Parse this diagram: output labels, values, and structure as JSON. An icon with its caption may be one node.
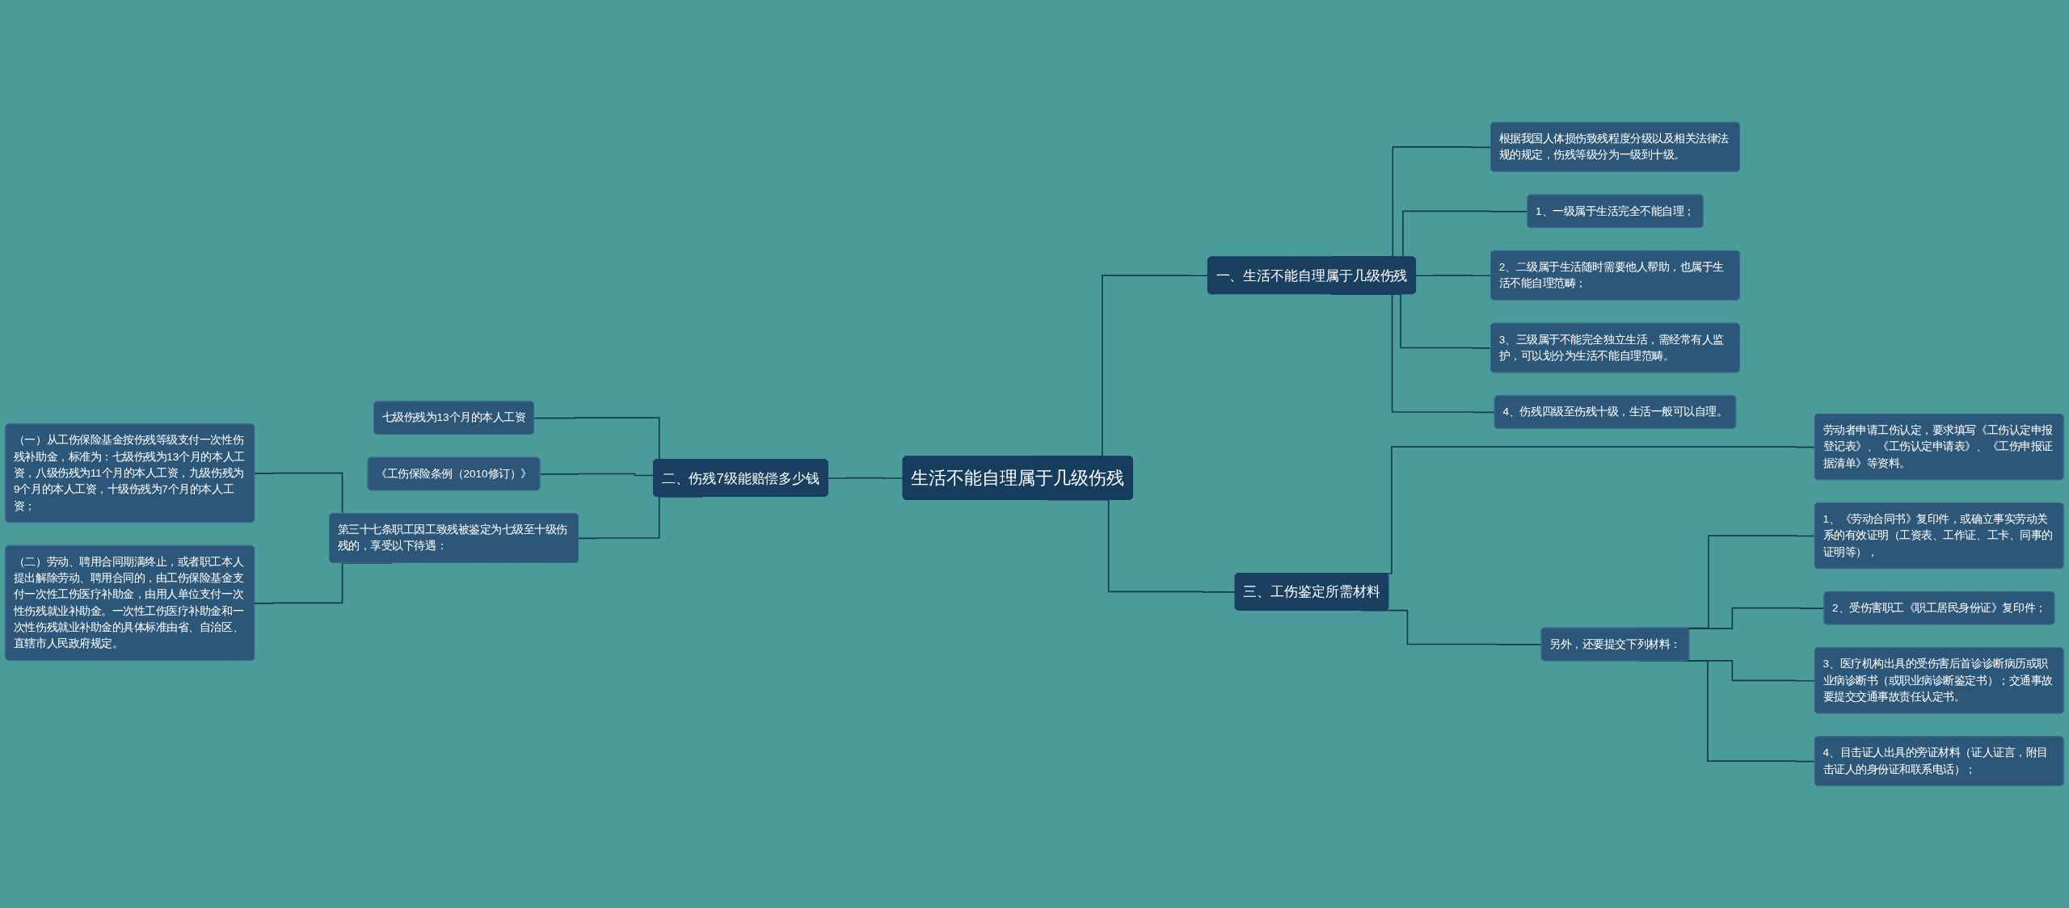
{
  "diagram": {
    "nodes": [
      {
        "text": [
          "生活不能自理属于几级伤残"
        ]
      },
      {
        "text": [
          "二、伤残7级能赔偿多少钱"
        ]
      },
      {
        "text": [
          "七级伤残为13个月的本人工资"
        ]
      },
      {
        "text": [
          "《工伤保险条例（2010修订）》"
        ]
      },
      {
        "text": [
          "第三十七条职工因工致残被鉴定为七级至十级伤残的，享受以下待遇："
        ]
      },
      {
        "text": [
          "（一）从工伤保险基金按伤残等级支付一次性伤残补助金，标准为：七级伤残为13个月的本人工资，八级伤残为11个月的本人工资，九级伤残为9个月的本人工资，十级伤残为7个月的本人工资；"
        ]
      },
      {
        "text": [
          "（二）劳动、聘用合同期满终止，或者职工本人提出解除劳动、聘用合同的，由工伤保险基金支付一次性工伤医疗补助金，由用人单位支付一次性伤残就业补助金。一次性工伤医疗补助金和一次性伤残就业补助金的具体标准由省、自治区、直辖市人民政府规定。"
        ]
      },
      {
        "text": [
          "一、生活不能自理属于几级伤残"
        ]
      },
      {
        "text": [
          "根据我国人体损伤致残程度分级以及相关法律法规的规定，伤残等级分为一级到十级。"
        ]
      },
      {
        "text": [
          "1、一级属于生活完全不能自理；"
        ]
      },
      {
        "text": [
          "2、二级属于生活随时需要他人帮助，也属于生活不能自理范畴；"
        ]
      },
      {
        "text": [
          "3、三级属于不能完全独立生活，需经常有人监护，可以划分为生活不能自理范畴。"
        ]
      },
      {
        "text": [
          "4、伤残四级至伤残十级，生活一般可以自理。"
        ]
      },
      {
        "text": [
          "三、工伤鉴定所需材料"
        ]
      },
      {
        "text": [
          "劳动者申请工伤认定，要求填写《工伤认定申报登记表》、《工伤认定申请表》、《工伤申报证据清单》等资料。"
        ]
      },
      {
        "text": [
          "另外，还要提交下列材料："
        ]
      },
      {
        "text": [
          "1、《劳动合同书》复印件，或确立事实劳动关系的有效证明（工资表、工作证、工卡、同事的证明等），"
        ]
      },
      {
        "text": [
          "2、受伤害职工《职工居民身份证》复印件；"
        ]
      },
      {
        "text": [
          "3、医疗机构出具的受伤害后首诊诊断病历或职业病诊断书（或职业病诊断鉴定书）；交通事故要提交交通事故责任认定书。"
        ]
      },
      {
        "text": [
          "4、目击证人出具的旁证材料（证人证言，附目击证人的身份证和联系电话）；"
        ]
      }
    ],
    "edges": [
      {
        "from": 1,
        "to": 0,
        "arrow": "none"
      },
      {
        "from": 2,
        "to": 1,
        "arrow": "none"
      },
      {
        "from": 3,
        "to": 1,
        "arrow": "none"
      },
      {
        "from": 4,
        "to": 1,
        "arrow": "none"
      },
      {
        "from": 5,
        "to": 4,
        "arrow": "none"
      },
      {
        "from": 6,
        "to": 4,
        "arrow": "none"
      },
      {
        "from": 0,
        "to": 7,
        "arrow": "none"
      },
      {
        "from": 7,
        "to": 8,
        "arrow": "none"
      },
      {
        "from": 7,
        "to": 9,
        "arrow": "none"
      },
      {
        "from": 7,
        "to": 10,
        "arrow": "none"
      },
      {
        "from": 7,
        "to": 11,
        "arrow": "none"
      },
      {
        "from": 7,
        "to": 12,
        "arrow": "none"
      },
      {
        "from": 0,
        "to": 13,
        "arrow": "none"
      },
      {
        "from": 13,
        "to": 14,
        "arrow": "none"
      },
      {
        "from": 13,
        "to": 15,
        "arrow": "none"
      },
      {
        "from": 15,
        "to": 16,
        "arrow": "none"
      },
      {
        "from": 15,
        "to": 17,
        "arrow": "none"
      },
      {
        "from": 15,
        "to": 18,
        "arrow": "none"
      },
      {
        "from": 15,
        "to": 19,
        "arrow": "none"
      }
    ]
  }
}
